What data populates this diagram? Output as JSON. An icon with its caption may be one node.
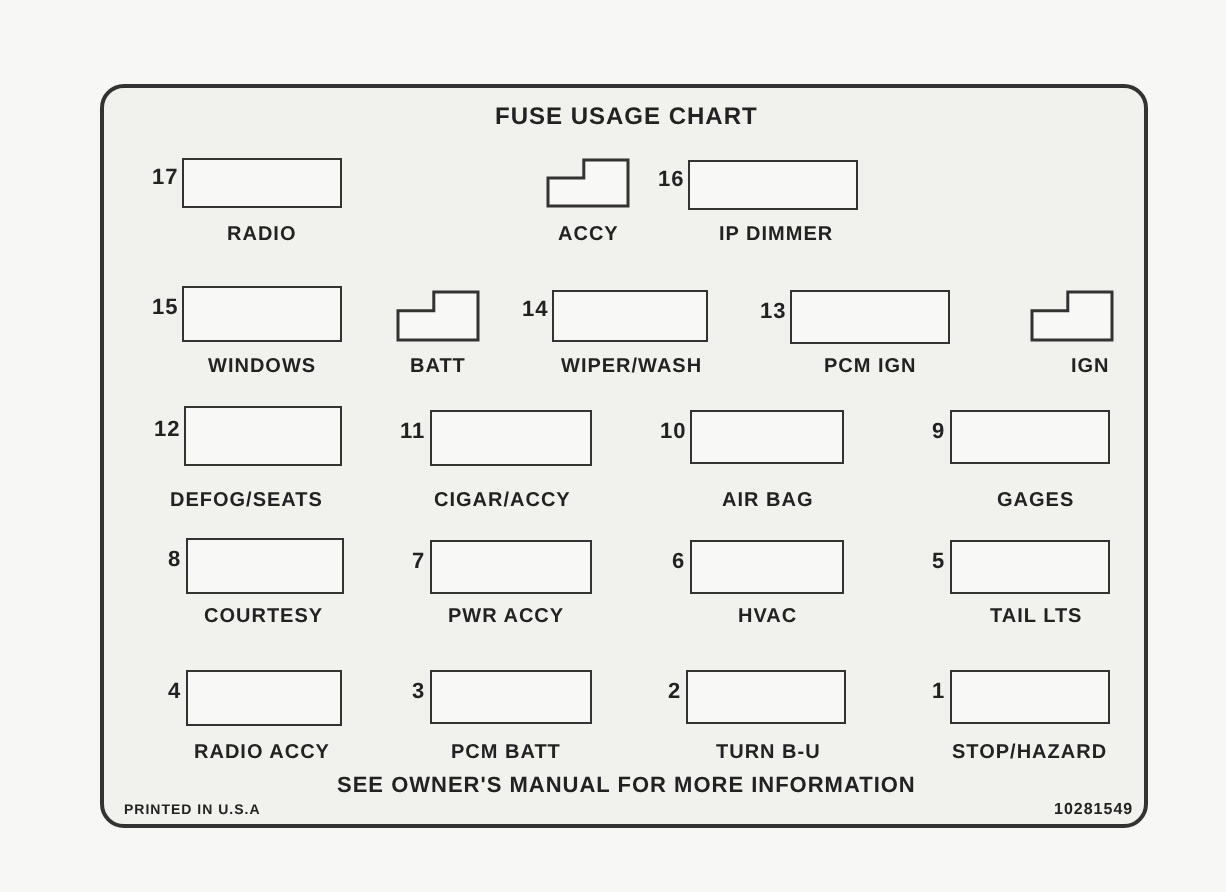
{
  "diagram": {
    "title": "FUSE USAGE CHART",
    "nodes": [
      {
        "text": [
          "17",
          "RADIO"
        ]
      },
      {
        "text": [
          "ACCY"
        ]
      },
      {
        "text": [
          "16",
          "IP DIMMER"
        ]
      },
      {
        "text": [
          "15",
          "WINDOWS"
        ]
      },
      {
        "text": [
          "BATT"
        ]
      },
      {
        "text": [
          "14",
          "WIPER/WASH"
        ]
      },
      {
        "text": [
          "13",
          "PCM IGN"
        ]
      },
      {
        "text": [
          "IGN"
        ]
      },
      {
        "text": [
          "12",
          "DEFOG/SEATS"
        ]
      },
      {
        "text": [
          "11",
          "CIGAR/ACCY"
        ]
      },
      {
        "text": [
          "10",
          "AIR BAG"
        ]
      },
      {
        "text": [
          "9",
          "GAGES"
        ]
      },
      {
        "text": [
          "8",
          "COURTESY"
        ]
      },
      {
        "text": [
          "7",
          "PWR ACCY"
        ]
      },
      {
        "text": [
          "6",
          "HVAC"
        ]
      },
      {
        "text": [
          "5",
          "TAIL LTS"
        ]
      },
      {
        "text": [
          "4",
          "RADIO ACCY"
        ]
      },
      {
        "text": [
          "3",
          "PCM BATT"
        ]
      },
      {
        "text": [
          "2",
          "TURN B-U"
        ]
      },
      {
        "text": [
          "1",
          "STOP/HAZARD"
        ]
      }
    ],
    "labels": [
      "SEE OWNER'S MANUAL FOR MORE INFORMATION",
      "PRINTED IN U.S.A",
      "10281549"
    ]
  }
}
